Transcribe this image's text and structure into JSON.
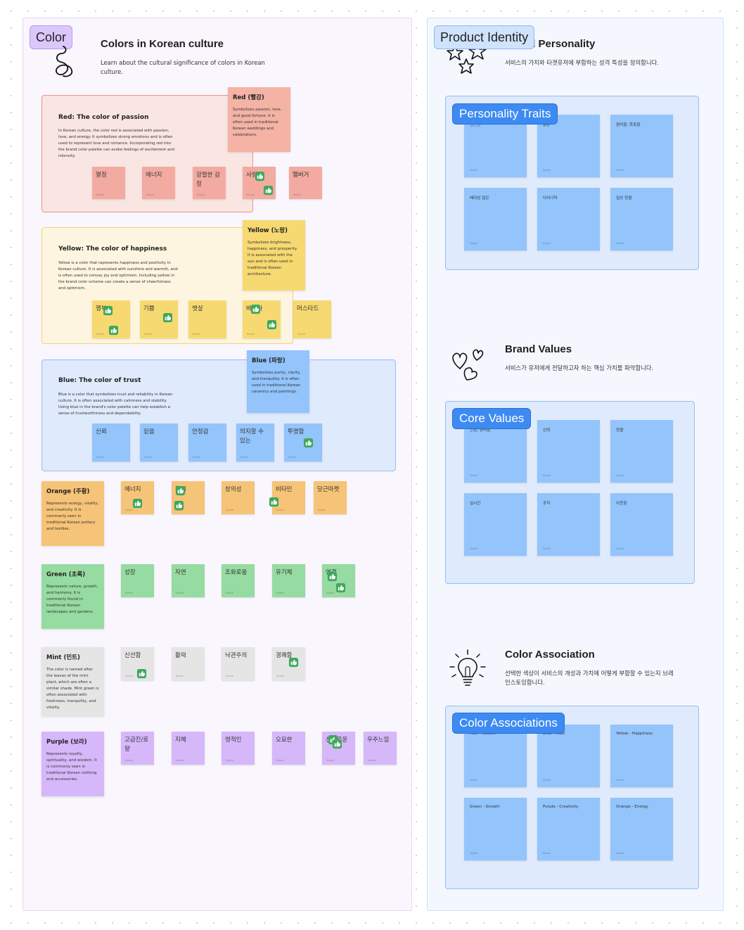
{
  "colors": {
    "red_frame": "#f9e5e2",
    "red_border": "#e9948b",
    "red_note": "#f4b3a5",
    "red_sticky": "#f3aba1",
    "yellow_frame": "#fdf5e0",
    "yellow_border": "#f1d479",
    "yellow_note": "#f7d971",
    "blue_frame": "#dfeafc",
    "blue_border": "#93bff5",
    "blue_note": "#93c4fb",
    "orange_note": "#f6c478",
    "green_note": "#96dba1",
    "gray_note": "#e5e5e5",
    "purple_note": "#d6b8fa",
    "thumb": "#3fa85c",
    "color_tag": "#dcc7fb",
    "identity_tag": "#cfe3fc",
    "brand_blue": "#3d8bf2"
  },
  "author": "Sarah",
  "left": {
    "tag": "Color",
    "title": "Colors in Korean culture",
    "description": "Learn about the cultural significance of colors in Korean culture.",
    "red": {
      "frame_title": "Red: The color of passion",
      "frame_desc": "In Korean culture, the color red is associated with passion, love, and energy. It symbolizes strong emotions and is often used to represent love and romance. Incorporating red into the brand color palette can evoke feelings of excitement and intensity.",
      "note_title": "Red (빨강)",
      "note_desc": "Symbolizes passion, love, and good fortune. It is often used in traditional Korean weddings and celebrations.",
      "stickies": [
        "열정",
        "에너지",
        "강렬한 감정",
        "사랑",
        "햄버거"
      ]
    },
    "yellow": {
      "frame_title": "Yellow: The color of happiness",
      "frame_desc": "Yellow is a color that represents happiness and positivity in Korean culture. It is associated with sunshine and warmth, and is often used to convey joy and optimism. Including yellow in the brand color scheme can create a sense of cheerfulness and optimism.",
      "note_title": "Yellow (노랑)",
      "note_desc": "Symbolizes brightness, happiness, and prosperity. It is associated with the sun and is often used in traditional Korean architecture.",
      "stickies": [
        "행복",
        "기쁨",
        "햇살",
        "바나나",
        "머스타드"
      ]
    },
    "blue": {
      "frame_title": "Blue: The color of trust",
      "frame_desc": "Blue is a color that symbolizes trust and reliability in Korean culture. It is often associated with calmness and stability. Using blue in the brand's color palette can help establish a sense of trustworthiness and dependability.",
      "note_title": "Blue (파랑)",
      "note_desc": "Symbolizes purity, clarity, and tranquility. It is often used in traditional Korean ceramics and paintings.",
      "stickies": [
        "신뢰",
        "믿음",
        "안정감",
        "의지할 수 있는",
        "투명함"
      ]
    },
    "orange": {
      "note_title": "Orange (주황)",
      "note_desc": "Represents energy, vitality, and creativity. It is commonly seen in traditional Korean pottery and textiles.",
      "stickies": [
        "에너지",
        "활기",
        "창의성",
        "비타민",
        "당근마켓"
      ]
    },
    "green": {
      "note_title": "Green (초록)",
      "note_desc": "Represents nature, growth, and harmony. It is commonly found in traditional Korean landscapes and gardens.",
      "stickies": [
        "성장",
        "자연",
        "조화로움",
        "유기체",
        "연결"
      ]
    },
    "mint": {
      "note_title": "Mint (민트)",
      "note_desc": "The color is named after the leaves of the mint plant, which are often a similar shade. Mint green is often associated with freshness, tranquility, and vitality.",
      "stickies": [
        "신선함",
        "활력",
        "낙관주의",
        "경쾌함"
      ]
    },
    "purple": {
      "note_title": "Purple (보라)",
      "note_desc": "Represents royalty, spirituality, and wisdom. It is commonly seen in traditional Korean clothing and accessories.",
      "stickies": [
        "고급진/로얄",
        "지혜",
        "영적인",
        "오묘한",
        "신비로운",
        "우주느낌"
      ]
    }
  },
  "right": {
    "tag": "Product Identity",
    "personality": {
      "title": "Brand Personality",
      "description": "서비스의 가치와 타겟유저에 부합하는 성격 특성을 정의합니다.",
      "frame_tag": "Personality Traits",
      "notes": [
        "친근한",
        "밝은",
        "편리함, 똑똑함",
        "배려심 많은",
        "다이나믹",
        "일상 연결"
      ]
    },
    "values": {
      "title": "Brand Values",
      "description": "서비스가 유저에게 전달하고자 하는 핵심 가치를 파악합니다.",
      "frame_tag": "Core Values",
      "notes": [
        "간편, 편리함",
        "신뢰",
        "연결",
        "실시간",
        "조직",
        "이웃함"
      ]
    },
    "association": {
      "title": "Color Association",
      "description": "선택한 색상이 서비스의 개성과 가치에 어떻게 부합할 수 있는지 브레인스토밍합니다.",
      "frame_tag": "Color Associations",
      "notes": [
        "Red - Passion",
        "Blue - Trust",
        "Yellow - Happiness",
        "Green - Growth",
        "Purple - Creativity",
        "Orange - Energy"
      ]
    }
  }
}
